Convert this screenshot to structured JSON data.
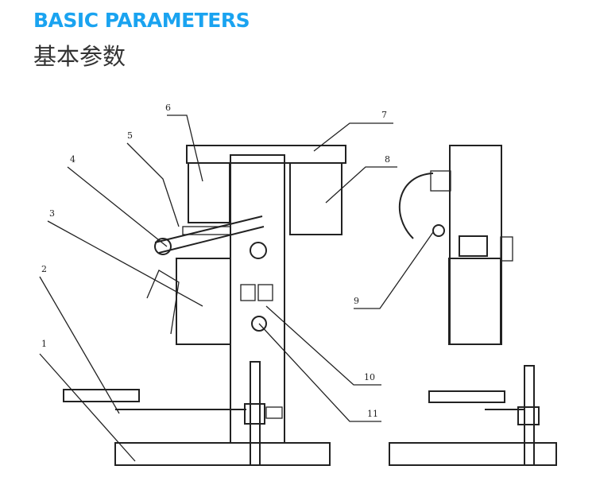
{
  "header": {
    "title_en": "BASIC PARAMETERS",
    "title_cn": "基本参数",
    "accent_color": "#1aa3f0"
  },
  "diagram": {
    "labels": [
      "1",
      "2",
      "3",
      "4",
      "5",
      "6",
      "7",
      "8",
      "9",
      "10",
      "11"
    ]
  }
}
